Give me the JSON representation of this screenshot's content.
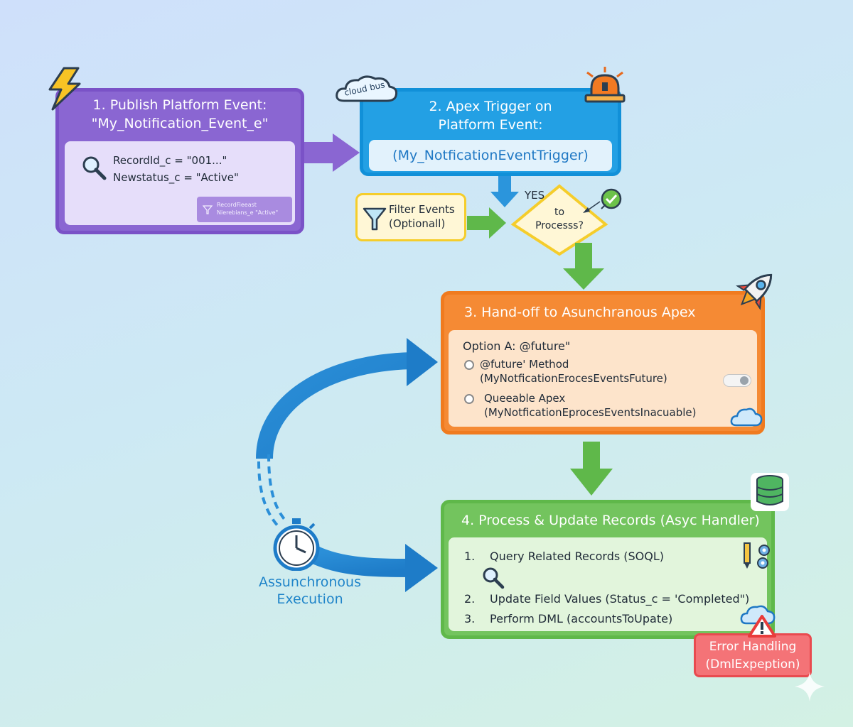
{
  "step1": {
    "title_line1": "1. Publish Platform Event:",
    "title_line2": "\"My_Notification_Event_e\"",
    "field1": "RecordId_c = \"001...\"",
    "field2": "Newstatus_c = \"Active\"",
    "chip_line1": "RecordFieeast",
    "chip_line2": "Nierebians_e \"Active\""
  },
  "step2": {
    "badge": "cloud bus",
    "title_line1": "2. Apex Trigger on",
    "title_line2": "Platform Event:",
    "trigger": "(My_NotficationEventTrigger)"
  },
  "filter": {
    "line1": "Filter Events",
    "line2": "(Optionall)"
  },
  "decision": {
    "yes": "YES",
    "line1": "to",
    "line2": "Processs?"
  },
  "step3": {
    "title": "3. Hand-off to Asunchranous Apex",
    "option_a": "Option A: @future\"",
    "opt1_line1": "@future' Method",
    "opt1_line2": "(MyNotficationErocesEventsFuture)",
    "opt2_line1": "Queeable Apex",
    "opt2_line2": "(MyNotficationEprocesEventsInacuable)"
  },
  "step4": {
    "title": "4. Process & Update Records (Asyc Handler)",
    "items": [
      {
        "num": "1.",
        "text": "Query Related Records (SOQL)"
      },
      {
        "num": "2.",
        "text": "Update Field Values (Status_c = 'Completed\")"
      },
      {
        "num": "3.",
        "text": "Perform DML (accountsToUpate)"
      }
    ]
  },
  "error": {
    "line1": "Error Handling",
    "line2": "(DmlExpeption)"
  },
  "async_label": {
    "line1": "Assunchronous",
    "line2": "Execution"
  },
  "colors": {
    "purple": "#8a66d2",
    "blue": "#23a0e4",
    "orange": "#f58a34",
    "green": "#73c45e",
    "yellow": "#f5cd2b",
    "red": "#f47377",
    "arrow_green": "#5fb84a",
    "arrow_blue": "#1a87d4"
  },
  "icons": [
    "lightning-icon",
    "cloud-icon",
    "siren-icon",
    "search-icon",
    "funnel-icon",
    "check-icon",
    "rocket-icon",
    "toggle-icon",
    "database-icon",
    "pencil-gear-icon",
    "warning-icon",
    "stopwatch-icon",
    "sparkle-icon"
  ]
}
